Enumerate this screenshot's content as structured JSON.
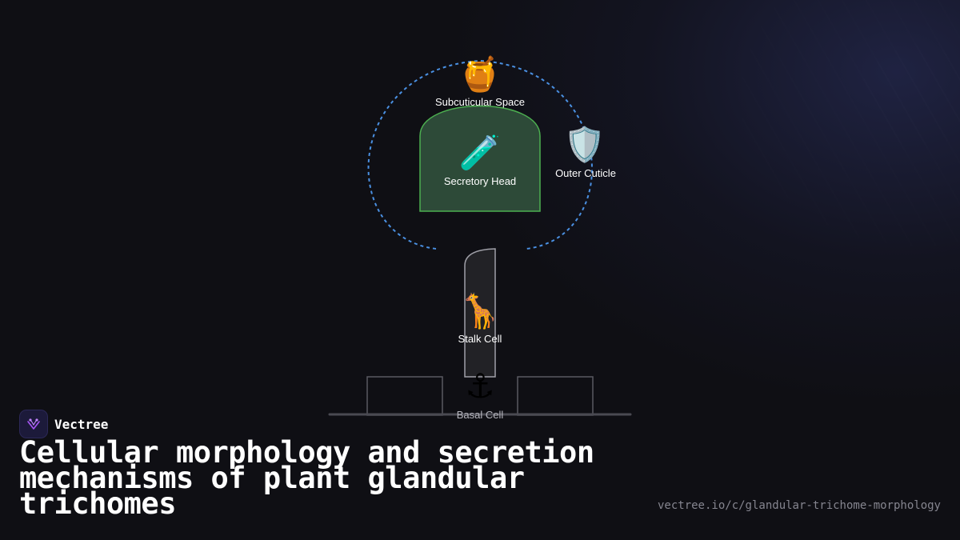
{
  "diagram": {
    "nodes": {
      "subcuticular_space": {
        "label": "Subcuticular Space",
        "icon": "honey-pot-icon"
      },
      "secretory_head": {
        "label": "Secretory Head",
        "icon": "test-tube-icon"
      },
      "outer_cuticle": {
        "label": "Outer Cuticle",
        "icon": "shield-icon"
      },
      "stalk_cell": {
        "label": "Stalk Cell",
        "icon": "giraffe-icon"
      },
      "basal_cell": {
        "label": "Basal Cell",
        "icon": "anchor-icon"
      }
    },
    "colors": {
      "cuticle_outline": "#4a90e2",
      "head_fill": "#2d4a38",
      "head_stroke": "#4caf50",
      "stalk_fill": "#222226",
      "stalk_stroke": "#a0a0a8",
      "epidermis_stroke": "#5a5a62"
    }
  },
  "brand": {
    "name": "Vectree",
    "accent": "#a855f7"
  },
  "title": "Cellular morphology and secretion mechanisms of plant glandular trichomes",
  "url": "vectree.io/c/glandular-trichome-morphology"
}
